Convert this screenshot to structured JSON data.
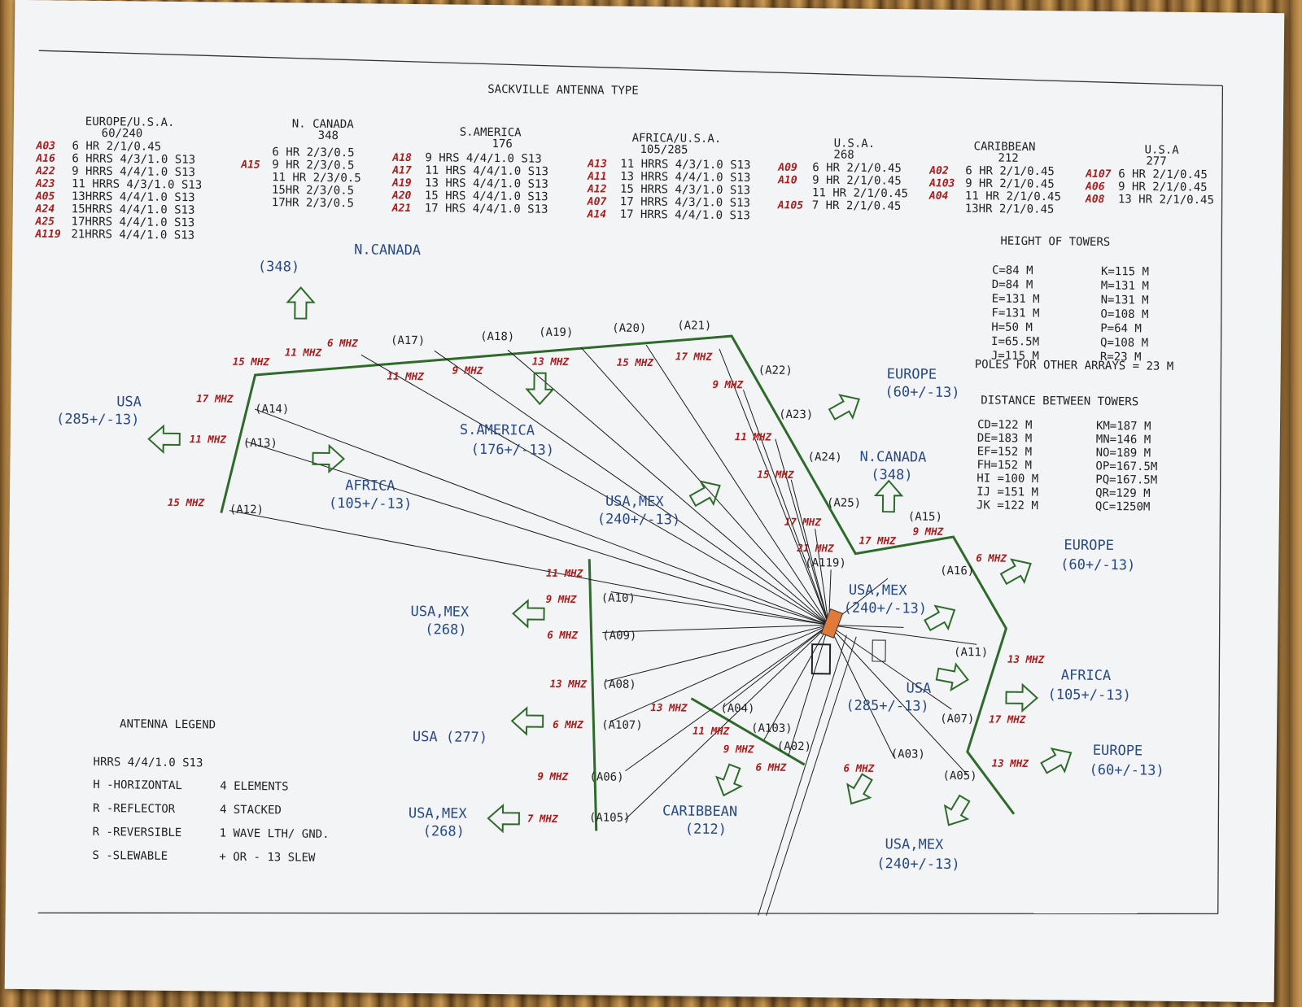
{
  "title": "SACKVILLE ANTENNA TYPE",
  "colors": {
    "wire_green": "#2e6b2a",
    "label_red": "#a81d1d",
    "label_blue": "#274a86",
    "ink": "#222222"
  },
  "groups": [
    {
      "heading": "EUROPE/U.S.A.",
      "sub": "60/240",
      "rows": [
        {
          "code": "A03",
          "text": "6 HR    2/1/0.45"
        },
        {
          "code": "A16",
          "text": "6 HRRS 4/3/1.0 S13"
        },
        {
          "code": "A22",
          "text": "9 HRRS 4/4/1.0 S13"
        },
        {
          "code": "A23",
          "text": "11 HRRS 4/3/1.0 S13"
        },
        {
          "code": "A05",
          "text": "13HRRS 4/4/1.0 S13"
        },
        {
          "code": "A24",
          "text": "15HRRS 4/4/1.0 S13"
        },
        {
          "code": "A25",
          "text": "17HRRS 4/4/1.0 S13"
        },
        {
          "code": "A119",
          "text": "21HRRS 4/4/1.0 S13"
        }
      ]
    },
    {
      "heading": "N. CANADA",
      "sub": "348",
      "rows": [
        {
          "code": "",
          "text": "6 HR 2/3/0.5"
        },
        {
          "code": "A15",
          "text": "9 HR 2/3/0.5"
        },
        {
          "code": "",
          "text": "11 HR 2/3/0.5"
        },
        {
          "code": "",
          "text": "15HR 2/3/0.5"
        },
        {
          "code": "",
          "text": "17HR 2/3/0.5"
        }
      ]
    },
    {
      "heading": "S.AMERICA",
      "sub": "176",
      "rows": [
        {
          "code": "A18",
          "text": "9  HRS 4/4/1.0 S13"
        },
        {
          "code": "A17",
          "text": "11 HRS 4/4/1.0 S13"
        },
        {
          "code": "A19",
          "text": "13 HRS 4/4/1.0 S13"
        },
        {
          "code": "A20",
          "text": "15 HRS 4/4/1.0 S13"
        },
        {
          "code": "A21",
          "text": "17 HRS 4/4/1.0 S13"
        }
      ]
    },
    {
      "heading": "AFRICA/U.S.A.",
      "sub": "105/285",
      "rows": [
        {
          "code": "A13",
          "text": "11 HRRS 4/3/1.0 S13"
        },
        {
          "code": "A11",
          "text": "13 HRRS 4/4/1.0 S13"
        },
        {
          "code": "A12",
          "text": "15 HRRS 4/3/1.0 S13"
        },
        {
          "code": "A07",
          "text": "17 HRRS 4/3/1.0 S13"
        },
        {
          "code": "A14",
          "text": "17 HRRS 4/4/1.0 S13"
        }
      ]
    },
    {
      "heading": "U.S.A.",
      "sub": "268",
      "rows": [
        {
          "code": "A09",
          "text": "6 HR 2/1/0.45"
        },
        {
          "code": "A10",
          "text": "9 HR 2/1/0.45"
        },
        {
          "code": "",
          "text": "11 HR 2/1/0.45"
        },
        {
          "code": "A105",
          "text": "7 HR 2/1/0.45"
        }
      ]
    },
    {
      "heading": "CARIBBEAN",
      "sub": "212",
      "rows": [
        {
          "code": "A02",
          "text": "6 HR 2/1/0.45"
        },
        {
          "code": "A103",
          "text": "9 HR 2/1/0.45"
        },
        {
          "code": "A04",
          "text": "11 HR 2/1/0.45"
        },
        {
          "code": "",
          "text": "13HR 2/1/0.45"
        }
      ]
    },
    {
      "heading": "U.S.A",
      "sub": "277",
      "rows": [
        {
          "code": "A107",
          "text": "6 HR 2/1/0.45"
        },
        {
          "code": "A06",
          "text": "9 HR 2/1/0.45"
        },
        {
          "code": "A08",
          "text": "13 HR 2/1/0.45"
        }
      ]
    }
  ],
  "heights": {
    "title": "HEIGHT OF TOWERS",
    "left": [
      "C=84  M",
      "D=84  M",
      "E=131  M",
      "F=131  M",
      "H=50  M",
      "I=65.5M",
      "J=115  M"
    ],
    "right": [
      "K=115  M",
      "M=131  M",
      "N=131  M",
      "O=108  M",
      "P=64  M",
      "Q=108  M",
      "R=23  M"
    ],
    "poles": "POLES FOR OTHER ARRAYS = 23  M"
  },
  "distances": {
    "title": "DISTANCE BETWEEN TOWERS",
    "left": [
      "CD=122  M",
      "DE=183  M",
      "EF=152  M",
      "FH=152  M",
      "HI  =100  M",
      "IJ  =151  M",
      "JK  =122  M"
    ],
    "right": [
      "KM=187  M",
      "MN=146  M",
      "NO=189  M",
      "OP=167.5M",
      "PQ=167.5M",
      "QR=129  M",
      "QC=1250M"
    ]
  },
  "legend": {
    "title": "ANTENNA LEGEND",
    "example": "HRRS 4/4/1.0 S13",
    "rows": [
      {
        "l": "H -HORIZONTAL",
        "r": "4 ELEMENTS"
      },
      {
        "l": "R -REFLECTOR",
        "r": "4 STACKED"
      },
      {
        "l": "R -REVERSIBLE",
        "r": "1 WAVE LTH/ GND."
      },
      {
        "l": "S -SLEWABLE",
        "r": "+ OR - 13 SLEW"
      }
    ]
  },
  "map_labels": {
    "ncanada_top": "N.CANADA",
    "ncanada_top_az": "(348)",
    "usa_left": "USA",
    "usa_left_az": "(285+/-13)",
    "africa_mid": "AFRICA",
    "africa_mid_az": "(105+/-13)",
    "samerica": "S.AMERICA",
    "samerica_az": "(176+/-13)",
    "usamex_mid": "USA,MEX",
    "usamex_mid_az": "(240+/-13)",
    "europe_top": "EUROPE",
    "europe_top_az": "(60+/-13)",
    "ncanada_right": "N.CANADA",
    "ncanada_right_az": "(348)",
    "europe_right": "EUROPE",
    "europe_right_az": "(60+/-13)",
    "usamex_right": "USA,MEX",
    "usamex_right_az": "(240+/-13)",
    "usamex_left1": "USA,MEX",
    "usamex_left1_az": "(268)",
    "usa_277": "USA (277)",
    "usamex_left2": "USA,MEX",
    "usamex_left2_az": "(268)",
    "caribbean": "CARIBBEAN",
    "caribbean_az": "(212)",
    "usa_mid": "USA",
    "usa_mid_az": "(285+/-13)",
    "africa_right": "AFRICA",
    "africa_right_az": "(105+/-13)",
    "europe_low": "EUROPE",
    "europe_low_az": "(60+/-13)",
    "usamex_bottom": "USA,MEX",
    "usamex_bottom_az": "(240+/-13)"
  },
  "array_labels": [
    "(A17)",
    "(A18)",
    "(A19)",
    "(A20)",
    "(A21)",
    "(A22)",
    "(A23)",
    "(A24)",
    "(A25)",
    "(A119)",
    "(A15)",
    "(A16)",
    "(A14)",
    "(A13)",
    "(A12)",
    "(A10)",
    "(A09)",
    "(A08)",
    "(A107)",
    "(A06)",
    "(A105)",
    "(A04)",
    "(A103)",
    "(A02)",
    "(A03)",
    "(A05)",
    "(A07)",
    "(A11)"
  ],
  "freq_labels": [
    "15 MHZ",
    "11 MHZ",
    "6 MHZ",
    "11 MHZ",
    "9 MHZ",
    "13 MHZ",
    "15 MHZ",
    "17 MHZ",
    "9 MHZ",
    "11 MHZ",
    "15 MHZ",
    "17 MHZ",
    "21 MHZ",
    "17 MHZ",
    "9 MHZ",
    "6 MHZ",
    "17 MHZ",
    "11 MHZ",
    "15 MHZ",
    "11 MHZ",
    "9 MHZ",
    "6 MHZ",
    "13 MHZ",
    "6 MHZ",
    "9 MHZ",
    "7 MHZ",
    "13 MHZ",
    "11 MHZ",
    "9 MHZ",
    "6 MHZ",
    "6 MHZ",
    "13 MHZ",
    "17 MHZ",
    "13 MHZ"
  ]
}
